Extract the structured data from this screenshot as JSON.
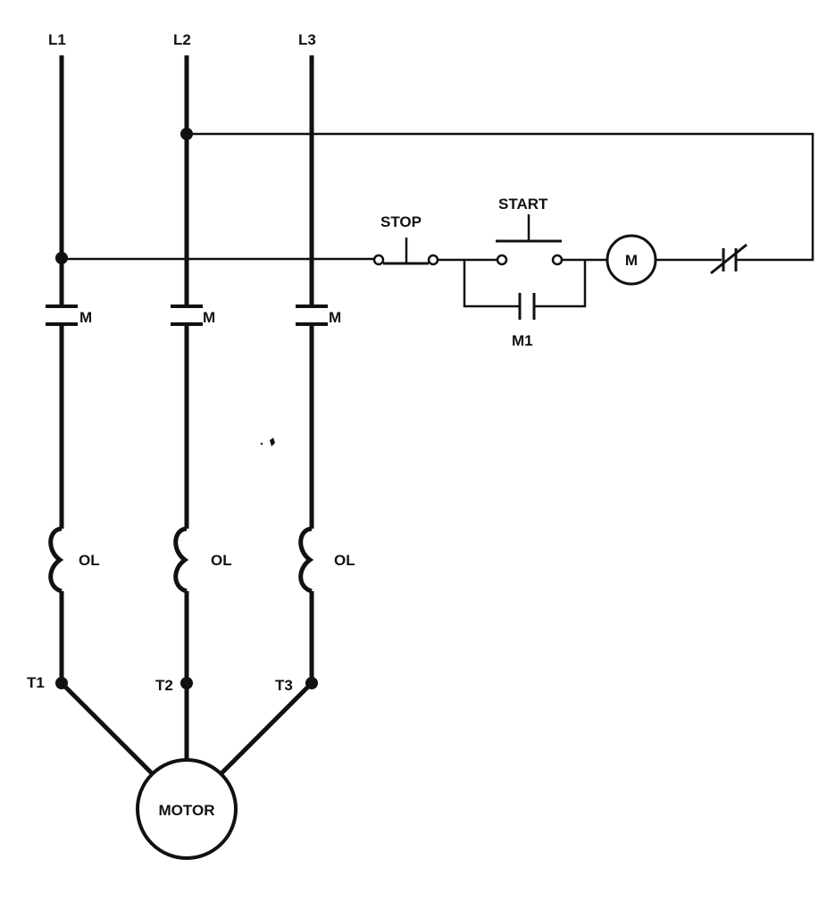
{
  "lines": {
    "l1": "L1",
    "l2": "L2",
    "l3": "L3"
  },
  "control": {
    "stop": "STOP",
    "start": "START",
    "coil": "M",
    "aux_contact": "M1"
  },
  "contacts": {
    "m1": "M",
    "m2": "M",
    "m3": "M"
  },
  "overloads": {
    "ol1": "OL",
    "ol2": "OL",
    "ol3": "OL"
  },
  "terminals": {
    "t1": "T1",
    "t2": "T2",
    "t3": "T3"
  },
  "motor": "MOTOR",
  "colors": {
    "ink": "#111111",
    "background": "#ffffff"
  }
}
